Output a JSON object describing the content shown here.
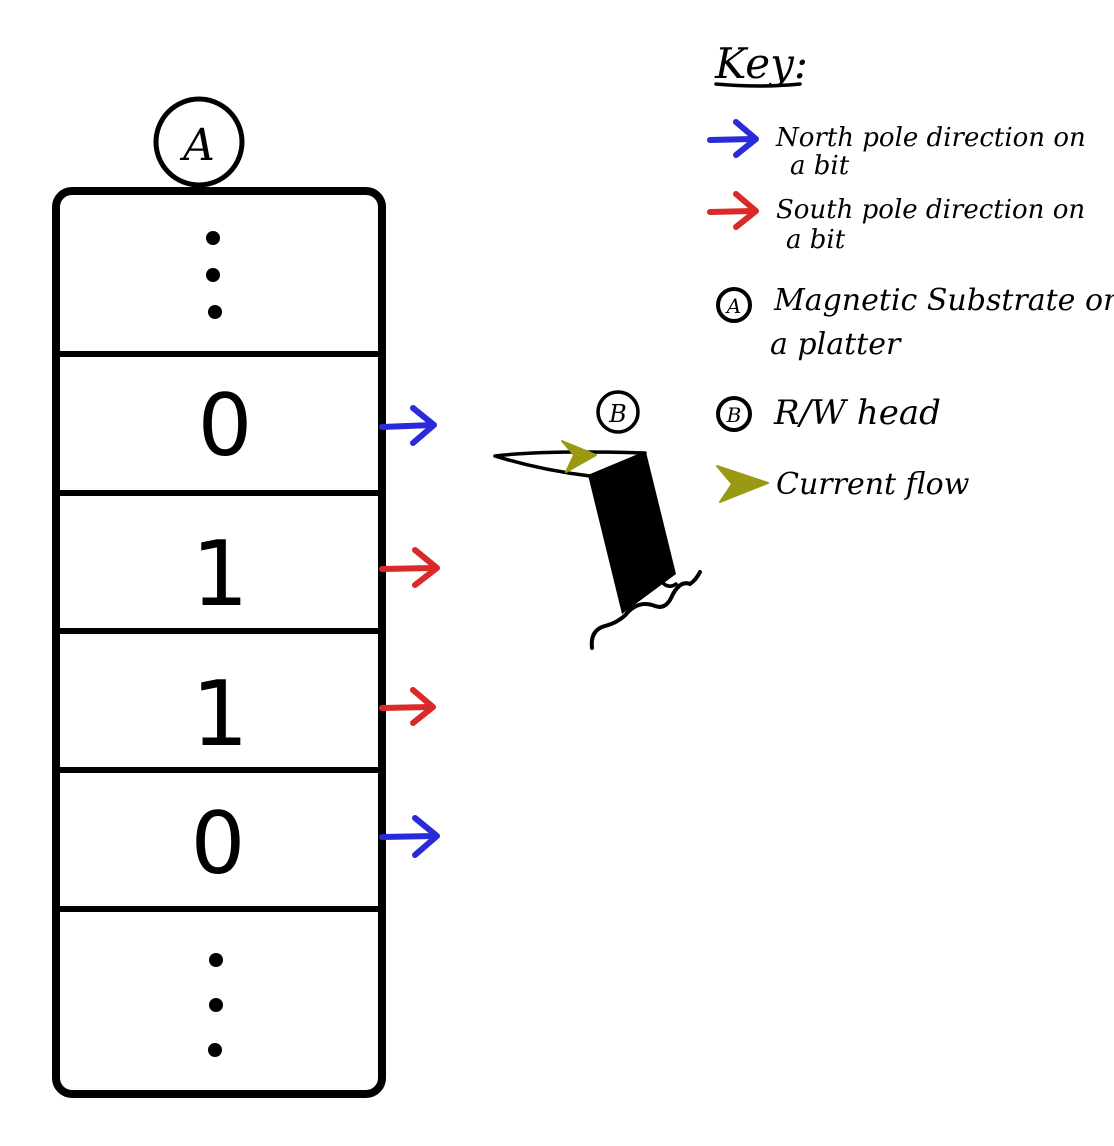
{
  "substrate": {
    "label": "A",
    "cells": [
      {
        "type": "ellipsis"
      },
      {
        "type": "bit",
        "value": "0",
        "pole": "north"
      },
      {
        "type": "bit",
        "value": "1",
        "pole": "south"
      },
      {
        "type": "bit",
        "value": "1",
        "pole": "south"
      },
      {
        "type": "bit",
        "value": "0",
        "pole": "north"
      },
      {
        "type": "ellipsis"
      }
    ]
  },
  "head": {
    "label": "B"
  },
  "key": {
    "title": "Key:",
    "north": {
      "line1": "North pole direction on",
      "line2": "a bit"
    },
    "south": {
      "line1": "South pole direction on",
      "line2": "a bit"
    },
    "a_item": {
      "badge": "A",
      "line1": "Magnetic Substrate on",
      "line2": "a platter"
    },
    "b_item": {
      "badge": "B",
      "line1": "R/W head"
    },
    "current": {
      "line1": "Current flow"
    }
  },
  "colors": {
    "north": "#2a2ad8",
    "south": "#d82a2a",
    "current": "#9a9a12",
    "ink": "#000000"
  }
}
